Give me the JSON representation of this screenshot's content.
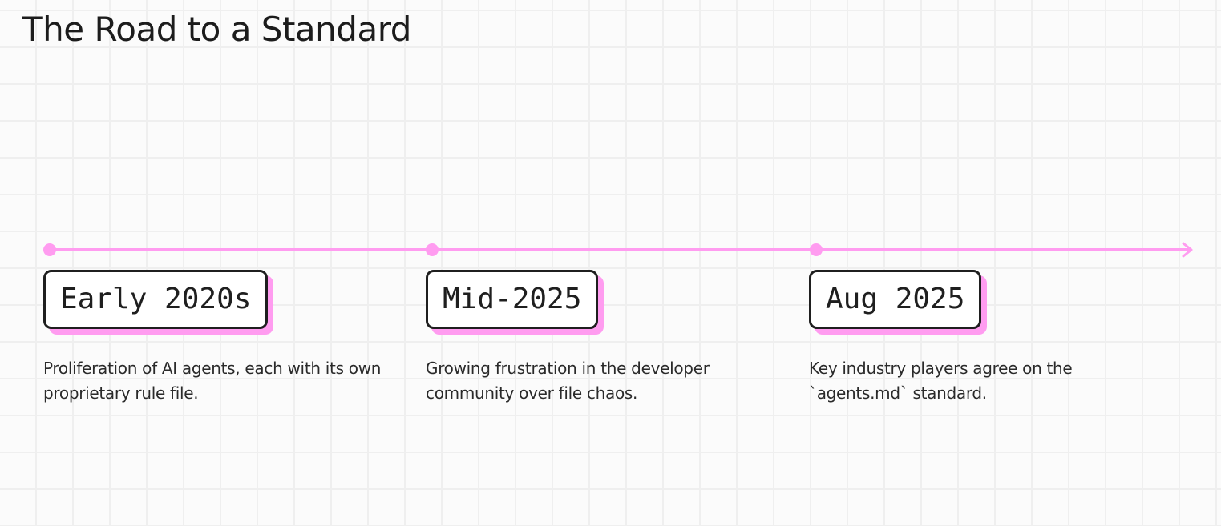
{
  "title": "The Road to a Standard",
  "colors": {
    "accent": "#ff9cf0",
    "text": "#1f1f1f",
    "background": "#fbfbfb",
    "grid": "#efefef"
  },
  "timeline": {
    "arrow_icon": "arrow-right-icon",
    "milestones": [
      {
        "date": "Early 2020s",
        "description": "Proliferation of AI agents, each with its own proprietary rule file."
      },
      {
        "date": "Mid-2025",
        "description": "Growing frustration in the developer community over file chaos."
      },
      {
        "date": "Aug 2025",
        "description": "Key industry players agree on the `agents.md` standard."
      }
    ]
  }
}
